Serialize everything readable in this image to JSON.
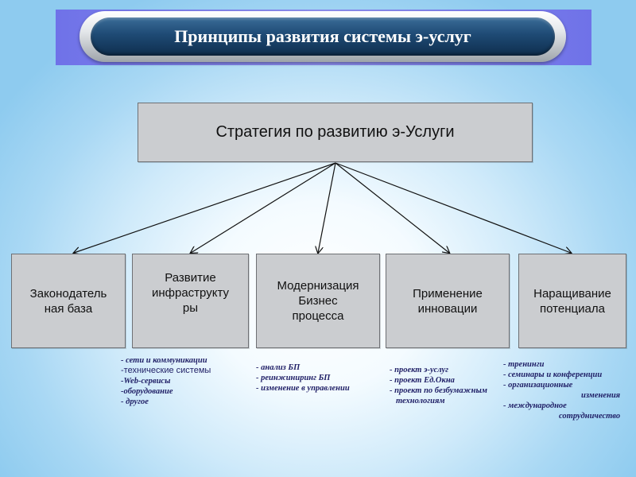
{
  "title": "Принципы развития системы э-услуг",
  "root": "Стратегия по развитию э-Услуги",
  "children": [
    {
      "label": "Законодательная база",
      "label_lines": [
        "Законодатель",
        "ная база"
      ]
    },
    {
      "label": "Развитие инфраструктуры",
      "label_lines": [
        "Развитие",
        "инфраструкту",
        "ры"
      ]
    },
    {
      "label": "Модернизация Бизнес процесса",
      "label_lines": [
        "Модернизация",
        "Бизнес",
        "процесса"
      ]
    },
    {
      "label": "Применение инновации",
      "label_lines": [
        "Применение",
        "инновации"
      ]
    },
    {
      "label": "Наращивание потенциала",
      "label_lines": [
        "Наращивание",
        "потенциала"
      ]
    }
  ],
  "details": [
    [
      "- сети и коммуникации",
      "-технические системы",
      "-Web-сервисы",
      "-оборудование",
      "- другое"
    ],
    [
      "- анализ БП",
      "- реинжиниринг БП",
      "- изменение в управлении"
    ],
    [
      "- проект э-услуг",
      "- проект Ед.Окна",
      "- проект по безбумажным",
      "технологиям"
    ],
    [
      "- тренинги",
      "- семинары и конференции",
      "- организационные",
      "изменения",
      "- международное",
      "сотрудничество"
    ]
  ],
  "colors": {
    "title_band": "#7e80ec",
    "title_pill": "#1e4a74",
    "box_fill": "#cbcdd0",
    "detail_text": "#1f1f66"
  }
}
